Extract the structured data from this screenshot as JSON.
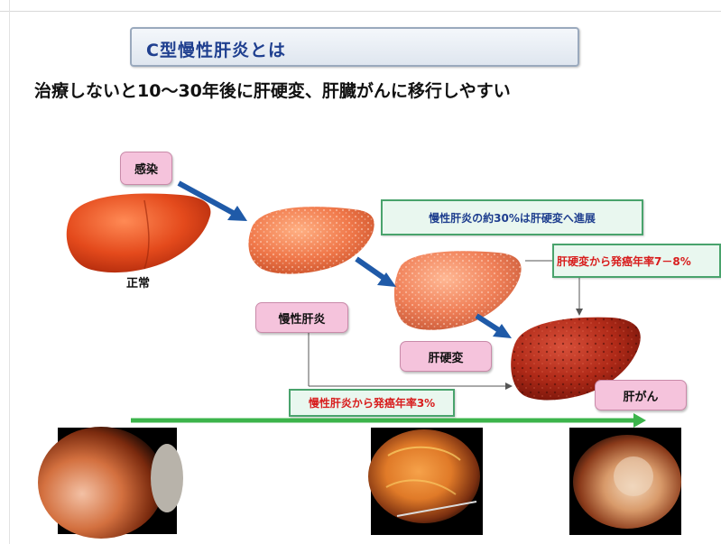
{
  "title": "C型慢性肝炎とは",
  "subtitle": "治療しないと10～30年後に肝硬変、肝臓がんに移行しやすい",
  "labels": {
    "infection": "感染",
    "normal": "正常",
    "chronic_hepatitis": "慢性肝炎",
    "cirrhosis": "肝硬変",
    "liver_cancer": "肝がん"
  },
  "notes": {
    "chronic_to_cirrhosis": "慢性肝炎の約30%は肝硬変へ進展",
    "cirrhosis_cancer_rate": "肝硬変から発癌年率7－8%",
    "chronic_cancer_rate": "慢性肝炎から発癌年率3%"
  },
  "colors": {
    "title_text": "#1f3f8f",
    "green_text": "#1f3f8f",
    "red_text": "#d81e1e",
    "pink_fill": "#f5c3dc",
    "green_border": "#49a36c",
    "arrow_blue": "#1f5aa8",
    "timeline_green": "#3cb44b"
  },
  "icons": {
    "stage_arrow": "arrow-icon",
    "timeline": "timeline-arrow-icon"
  }
}
